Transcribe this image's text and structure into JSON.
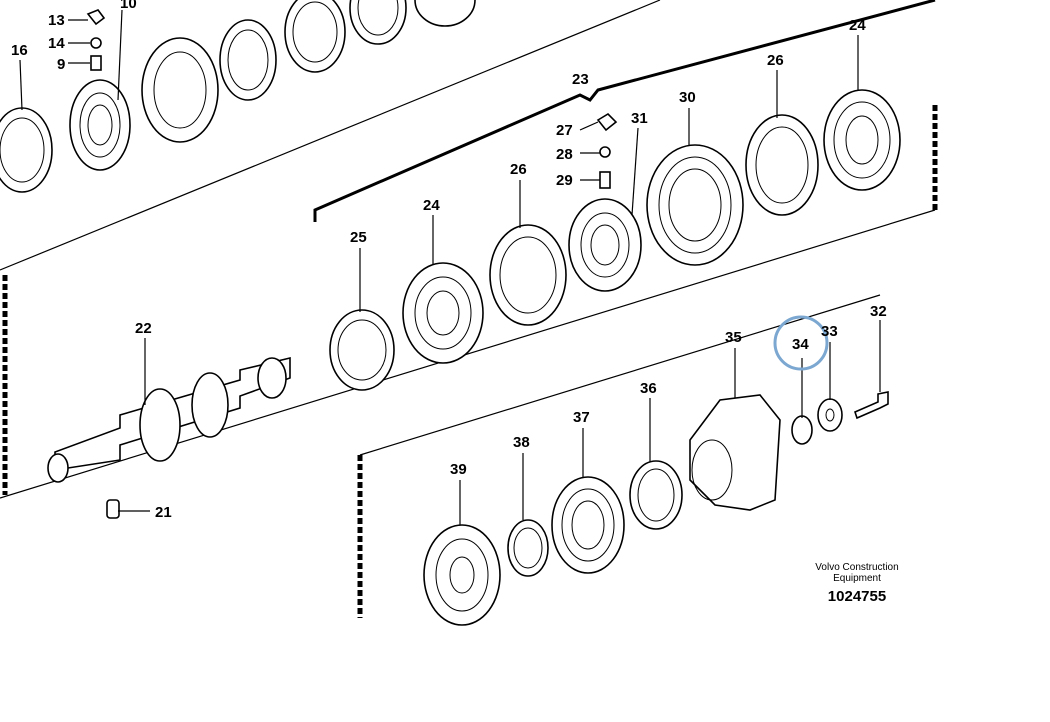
{
  "callouts": {
    "c13": "13",
    "c14": "14",
    "c9": "9",
    "c10": "10",
    "c16": "16",
    "c23": "23",
    "c24a": "24",
    "c26a": "26",
    "c30": "30",
    "c31": "31",
    "c27": "27",
    "c28": "28",
    "c29": "29",
    "c26b": "26",
    "c24b": "24",
    "c25": "25",
    "c22": "22",
    "c21": "21",
    "c35": "35",
    "c34": "34",
    "c33": "33",
    "c32": "32",
    "c36": "36",
    "c37": "37",
    "c38": "38",
    "c39": "39"
  },
  "credit": {
    "line1": "Volvo Construction",
    "line2": "Equipment",
    "ref_number": "1024755"
  },
  "highlight_color": "#7ba7d0"
}
